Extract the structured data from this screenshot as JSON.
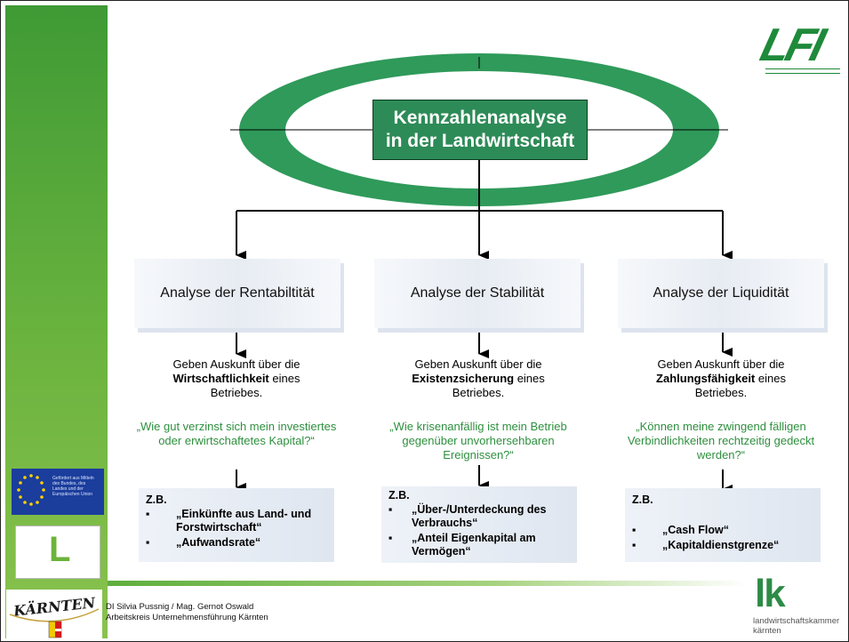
{
  "title": {
    "line1": "Kennzahlenanalyse",
    "line2": "in der Landwirtschaft"
  },
  "columns": [
    {
      "heading": "Analyse der Rentabiltität",
      "desc_pre": "Geben Auskunft über die",
      "desc_bold": "Wirtschaftlichkeit",
      "desc_post": " eines Betriebes.",
      "question": "„Wie gut verzinst sich mein investiertes oder erwirtschaftetes Kapital?“",
      "zb_label": "Z.B.",
      "examples": [
        "„Einkünfte aus Land- und Forstwirtschaft“",
        "„Aufwandsrate“"
      ]
    },
    {
      "heading": "Analyse der Stabilität",
      "desc_pre": "Geben Auskunft über die",
      "desc_bold": "Existenzsicherung",
      "desc_post": " eines Betriebes.",
      "question": "„Wie krisenanfällig ist mein Betrieb gegenüber unvorhersehbaren Ereignissen?“",
      "zb_label": "Z.B.",
      "examples": [
        "„Über-/Unterdeckung des Verbrauchs“",
        "„Anteil Eigenkapital am Vermögen“"
      ]
    },
    {
      "heading": "Analyse der Liquidität",
      "desc_pre": "Geben Auskunft über die",
      "desc_bold": "Zahlungsfähigkeit",
      "desc_post": " eines Betriebes.",
      "question": "„Können meine zwingend fälligen Verbindlichkeiten rechtzeitig gedeckt werden?“",
      "zb_label": "Z.B.",
      "examples": [
        "„Cash Flow“",
        "„Kapitaldienstgrenze“"
      ]
    }
  ],
  "bullet_glyph": "▪",
  "footer": {
    "line1": "DI Silvia Pussnig / Mag. Gernot Oswald",
    "line2": "Arbeitskreis Unternehmensführung Kärnten"
  },
  "logos": {
    "lfi": "LFI",
    "lk_mark": "lk",
    "lk_line1": "landwirtschaftskammer",
    "lk_line2": "kärnten",
    "kaernten": "KÄRNTEN",
    "eu_text": "Gefördert aus Mitteln des Bundes, des Landes und der Europäischen Union",
    "l_mark": "L"
  },
  "colors": {
    "sidebar_green": "#4fa43a",
    "title_box": "#2d8b57",
    "ellipse": "#2f9a5a",
    "question_text": "#2e8f3e",
    "eu_blue": "#1b3d9c"
  }
}
